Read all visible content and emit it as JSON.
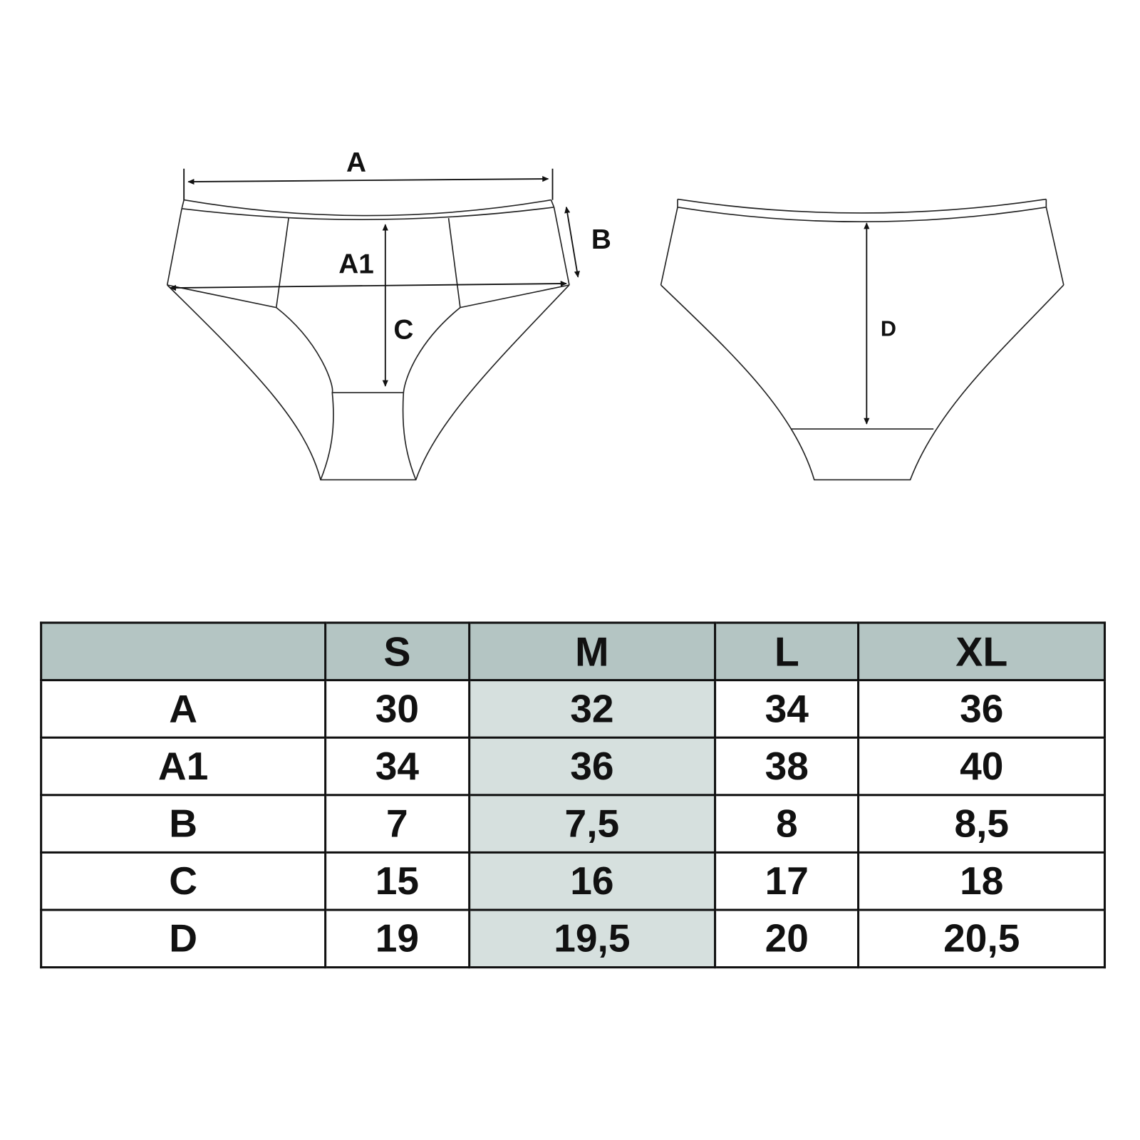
{
  "diagram": {
    "front_labels": {
      "a": "A",
      "a1": "A1",
      "b": "B",
      "c": "C"
    },
    "back_labels": {
      "d": "D"
    }
  },
  "table": {
    "headers": [
      "",
      "S",
      "M",
      "L",
      "XL"
    ],
    "rows": [
      {
        "label": "A",
        "values": [
          "30",
          "32",
          "34",
          "36"
        ]
      },
      {
        "label": "A1",
        "values": [
          "34",
          "36",
          "38",
          "40"
        ]
      },
      {
        "label": "B",
        "values": [
          "7",
          "7,5",
          "8",
          "8,5"
        ]
      },
      {
        "label": "C",
        "values": [
          "15",
          "16",
          "17",
          "18"
        ]
      },
      {
        "label": "D",
        "values": [
          "19",
          "19,5",
          "20",
          "20,5"
        ]
      }
    ],
    "highlight_color": "#d6e0de",
    "header_color": "#b4c5c3"
  }
}
